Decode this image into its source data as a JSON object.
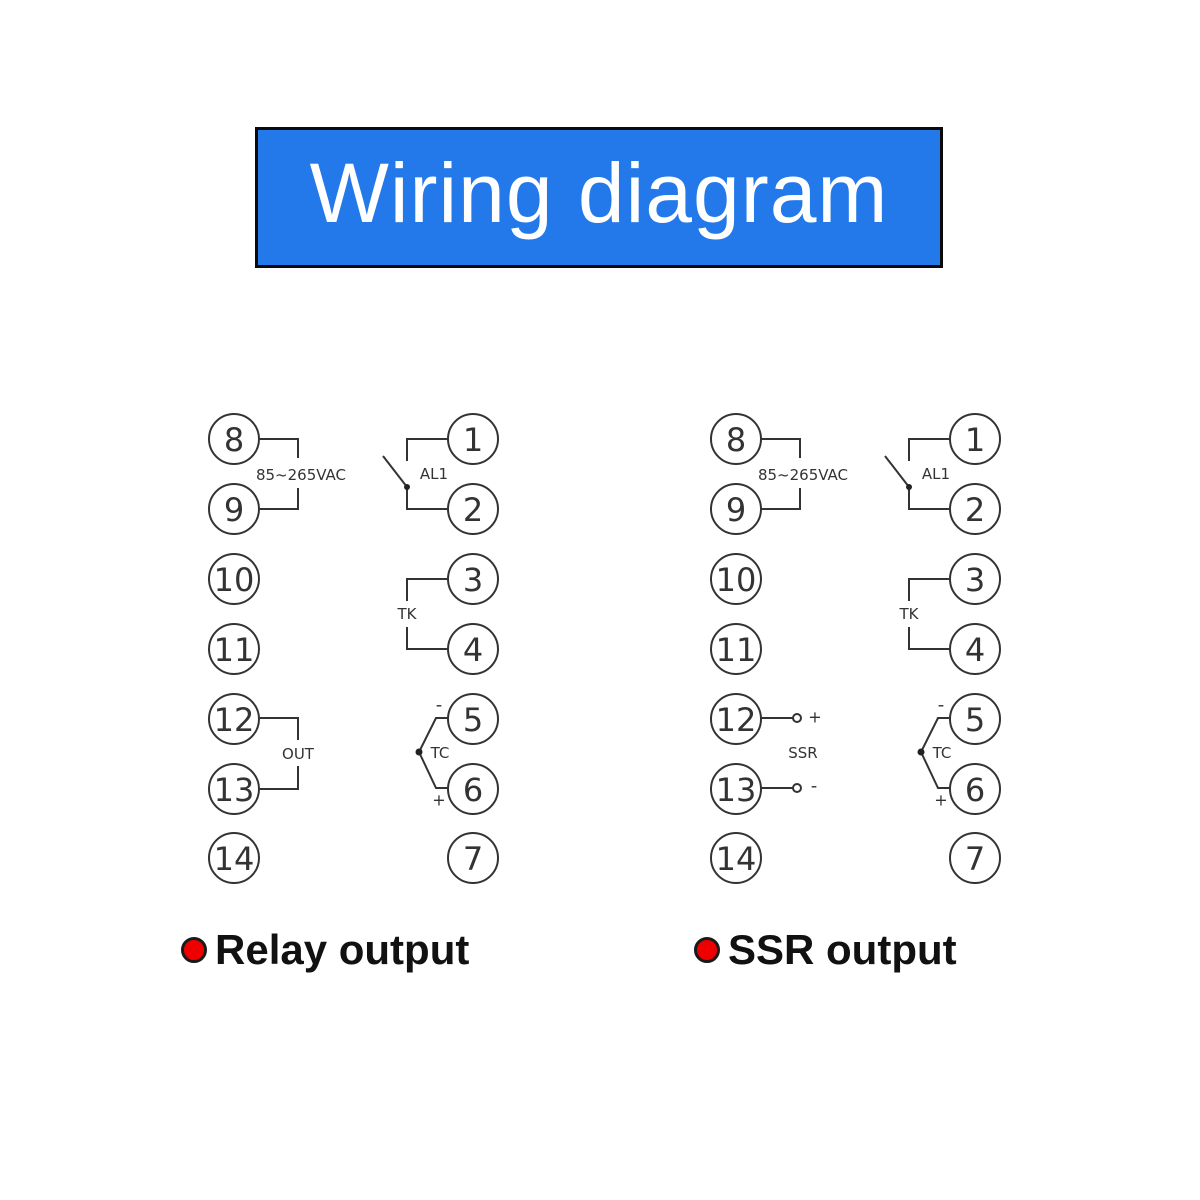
{
  "title": "Wiring diagram",
  "colors": {
    "title_bg": "#2479ea",
    "title_text": "#ffffff",
    "bullet": "#ee0000",
    "line": "#333333"
  },
  "diagrams": [
    {
      "id": "relay",
      "caption": "Relay output",
      "left_terminals": [
        "8",
        "9",
        "10",
        "11",
        "12",
        "13",
        "14"
      ],
      "right_terminals": [
        "1",
        "2",
        "3",
        "4",
        "5",
        "6",
        "7"
      ],
      "labels": {
        "power": "85~265VAC",
        "alarm": "AL1",
        "tk": "TK",
        "tc": "TC",
        "tc_minus": "-",
        "tc_plus": "+",
        "output": "OUT"
      }
    },
    {
      "id": "ssr",
      "caption": "SSR output",
      "left_terminals": [
        "8",
        "9",
        "10",
        "11",
        "12",
        "13",
        "14"
      ],
      "right_terminals": [
        "1",
        "2",
        "3",
        "4",
        "5",
        "6",
        "7"
      ],
      "labels": {
        "power": "85~265VAC",
        "alarm": "AL1",
        "tk": "TK",
        "tc": "TC",
        "tc_minus": "-",
        "tc_plus": "+",
        "output": "SSR",
        "ssr_plus": "+",
        "ssr_minus": "-"
      }
    }
  ]
}
